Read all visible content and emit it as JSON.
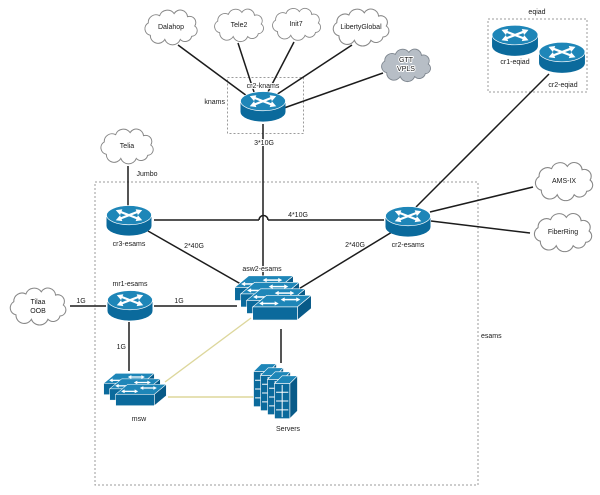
{
  "clouds": {
    "dalahop": "Dalahop",
    "tele2": "Tele2",
    "init7": "Init7",
    "libertyglobal": "LibertyGlobal",
    "gtt_line1": "GTT",
    "gtt_line2": "VPLS",
    "telia": "Telia",
    "tilaa_line1": "Tilaa",
    "tilaa_line2": "OOB",
    "amsix": "AMS-IX",
    "fiberring": "FiberRing"
  },
  "groups": {
    "knams": "knams",
    "eqiad": "eqiad",
    "esams": "esams"
  },
  "nodes": {
    "cr2_knams": "cr2-knams",
    "cr1_eqiad": "cr1-eqiad",
    "cr2_eqiad": "cr2-eqiad",
    "cr3_esams": "cr3-esams",
    "cr2_esams": "cr2-esams",
    "mr1_esams": "mr1-esams",
    "asw2_esams": "asw2-esams",
    "msw": "msw",
    "servers": "Servers"
  },
  "link_labels": {
    "knams_asw2": "3*10G",
    "cr3_cr2": "4*10G",
    "cr3_asw2": "2*40G",
    "cr2_asw2": "2*40G",
    "telia_cr3": "Jumbo",
    "tilaa_mr1": "1G",
    "mr1_asw2": "1G",
    "mr1_msw": "1G"
  },
  "icons": {
    "router": "router-cylinder-with-arrows",
    "switch": "3d-switch-box-with-arrows",
    "server": "server-tower-grid",
    "cloud": "network-cloud"
  },
  "colors": {
    "device_front": "#0b6a9c",
    "device_top": "#1e86b8",
    "device_side": "#085a88",
    "link_black": "#1c1c1c",
    "link_yellow": "#ddd79c",
    "cloud_gray_fill": "#b7bec6",
    "dashed_border": "#9b9b9b"
  }
}
